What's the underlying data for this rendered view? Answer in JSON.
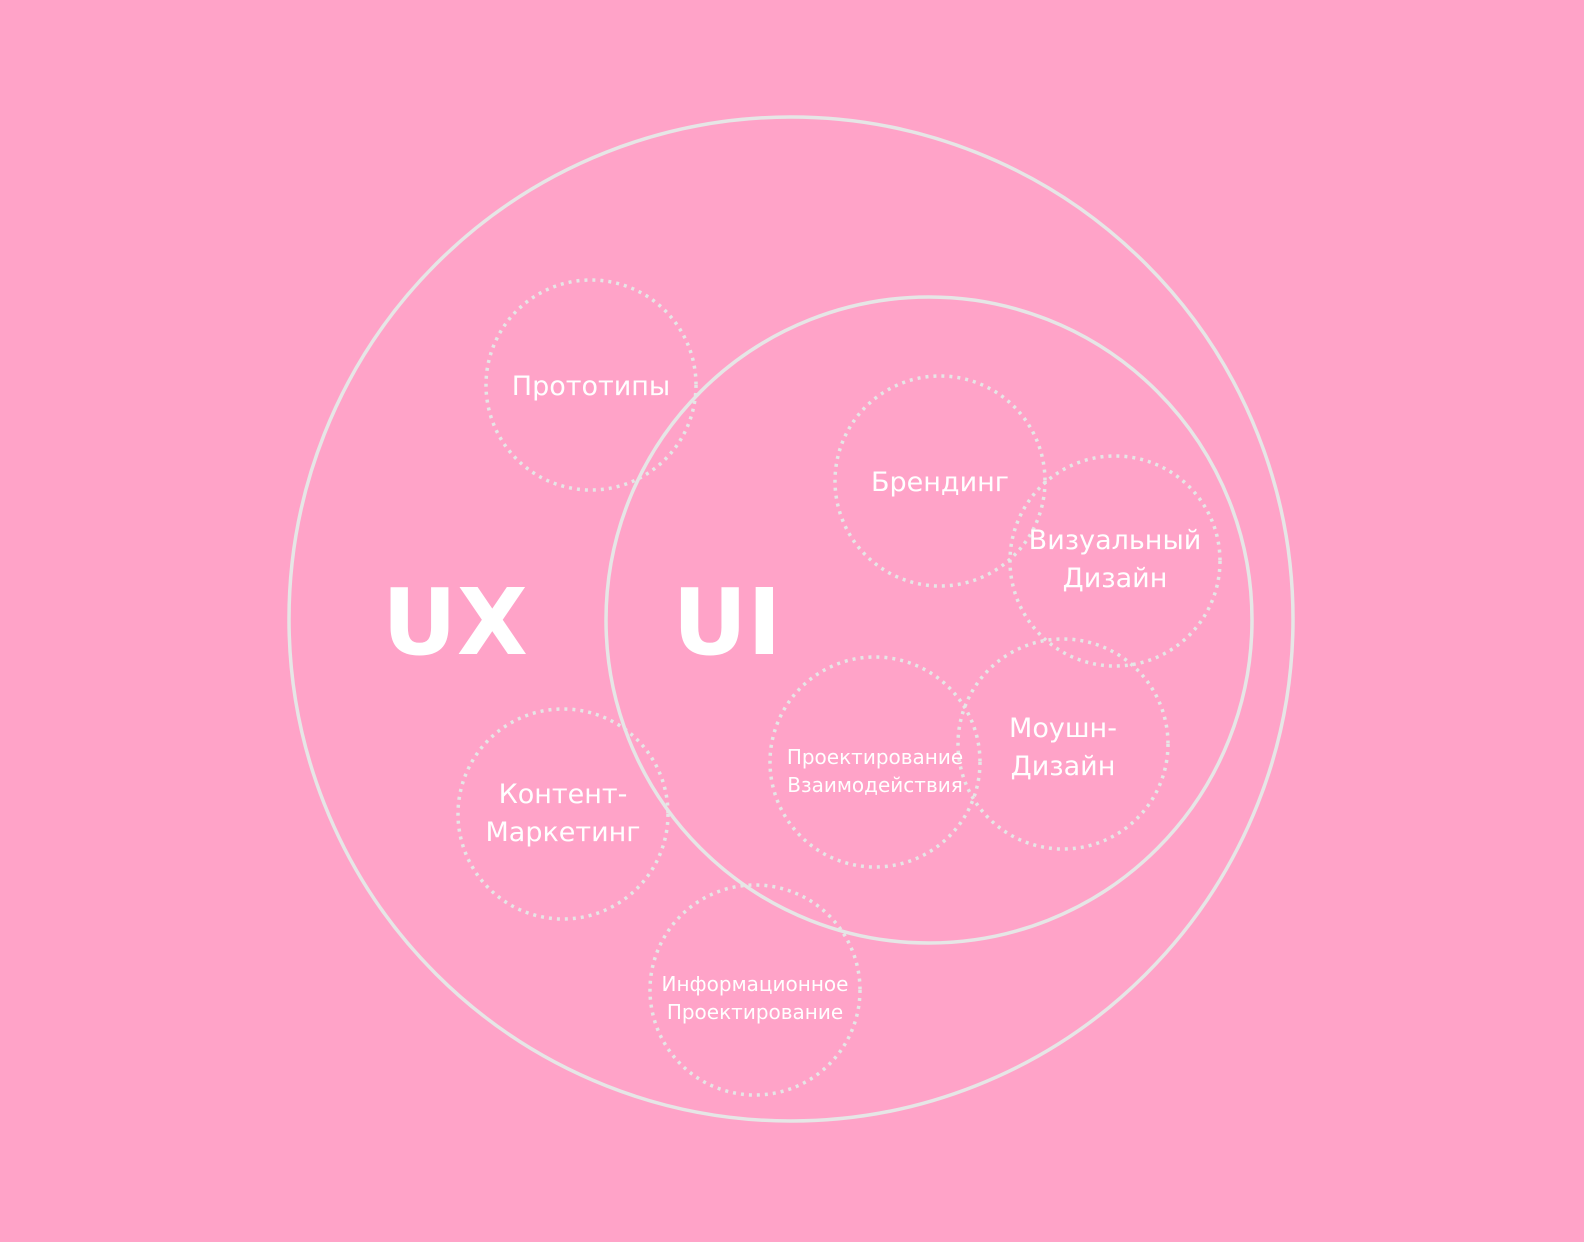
{
  "diagram": {
    "outer_label": "UX",
    "inner_label": "UI",
    "bubbles": {
      "prototypes": [
        "Прототипы"
      ],
      "branding": [
        "Брендинг"
      ],
      "visual": [
        "Визуальный",
        "Дизайн"
      ],
      "motion": [
        "Моушн-",
        "Дизайн"
      ],
      "interaction": [
        "Проектирование",
        "Взаимодействия"
      ],
      "content": [
        "Контент-",
        "Маркетинг"
      ],
      "information": [
        "Информационное",
        "Проектирование"
      ]
    },
    "colors": {
      "background": "#ffa3c8",
      "stroke": "#e6e6e6",
      "text": "#ffffff"
    }
  }
}
